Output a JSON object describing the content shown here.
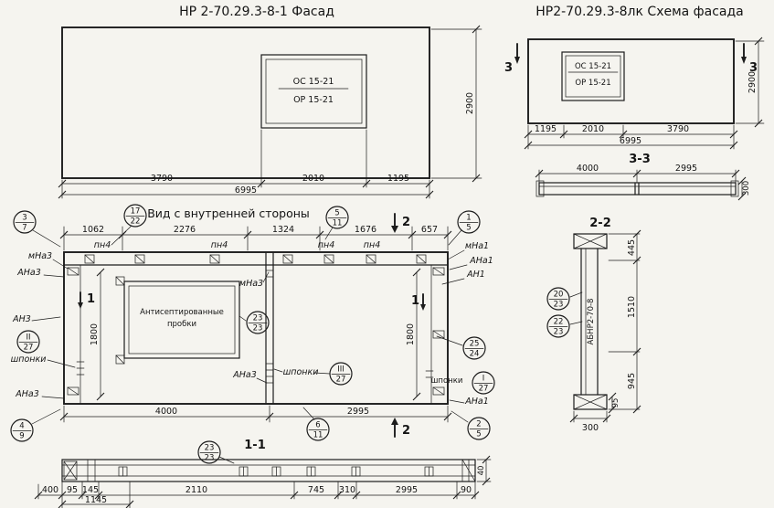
{
  "titles": {
    "facade": "НР 2-70.29.3-8-1 Фасад",
    "scheme": "НР2-70.29.3-8лк Схема фасада",
    "plan": "Вид с внутренней стороны",
    "s33": "3-3",
    "s22": "2-2",
    "s11": "1-1"
  },
  "facade": {
    "win_top": "ОС 15-21",
    "win_bot": "ОР 15-21",
    "d1": "3790",
    "d2": "2010",
    "d3": "1195",
    "total": "6995",
    "height": "2900"
  },
  "scheme": {
    "win_top": "ОС 15-21",
    "win_bot": "ОР 15-21",
    "d1": "1195",
    "d2": "2010",
    "d3": "3790",
    "total": "6995",
    "height": "2900",
    "marker": "3"
  },
  "s33": {
    "d1": "4000",
    "d2": "2995",
    "h": "300"
  },
  "plan": {
    "dt1": "1062",
    "dt2": "2276",
    "dt3": "1324",
    "dt4": "1676",
    "dt5": "657",
    "db1": "4000",
    "db2": "2995",
    "dv": "1800",
    "pn4": "пн4",
    "mna3": "мНа3",
    "ana3": "АНа3",
    "an3": "АН3",
    "mna1": "мНа1",
    "ana1": "АНа1",
    "an1": "АН1",
    "shponki": "шпонки",
    "plug1": "Антисептированные",
    "plug2": "пробки",
    "m1": "1",
    "m2": "2"
  },
  "s22": {
    "stamp": "АБНР2-70-8",
    "d1": "445",
    "d2": "1510",
    "d3": "945",
    "d4": "95",
    "d5": "300"
  },
  "s11": {
    "d400": "400",
    "d95": "95",
    "d145": "145",
    "d1145": "1145",
    "d2110": "2110",
    "d745": "745",
    "d310": "310",
    "d2995": "2995",
    "d90": "90",
    "d40": "40"
  },
  "callouts": {
    "c37": {
      "t": "3",
      "b": "7"
    },
    "c1722": {
      "t": "17",
      "b": "22"
    },
    "c511": {
      "t": "5",
      "b": "11"
    },
    "c15": {
      "t": "1",
      "b": "5"
    },
    "c2323": {
      "t": "23",
      "b": "23"
    },
    "c2524": {
      "t": "25",
      "b": "24"
    },
    "c25": {
      "t": "2",
      "b": "5"
    },
    "c49": {
      "t": "4",
      "b": "9"
    },
    "c611": {
      "t": "6",
      "b": "11"
    },
    "cII27": {
      "t": "II",
      "b": "27"
    },
    "cIII27": {
      "t": "III",
      "b": "27"
    },
    "cI27": {
      "t": "I",
      "b": "27"
    },
    "c2023": {
      "t": "20",
      "b": "23"
    },
    "c2223": {
      "t": "22",
      "b": "23"
    },
    "c2323b": {
      "t": "23",
      "b": "23"
    }
  }
}
